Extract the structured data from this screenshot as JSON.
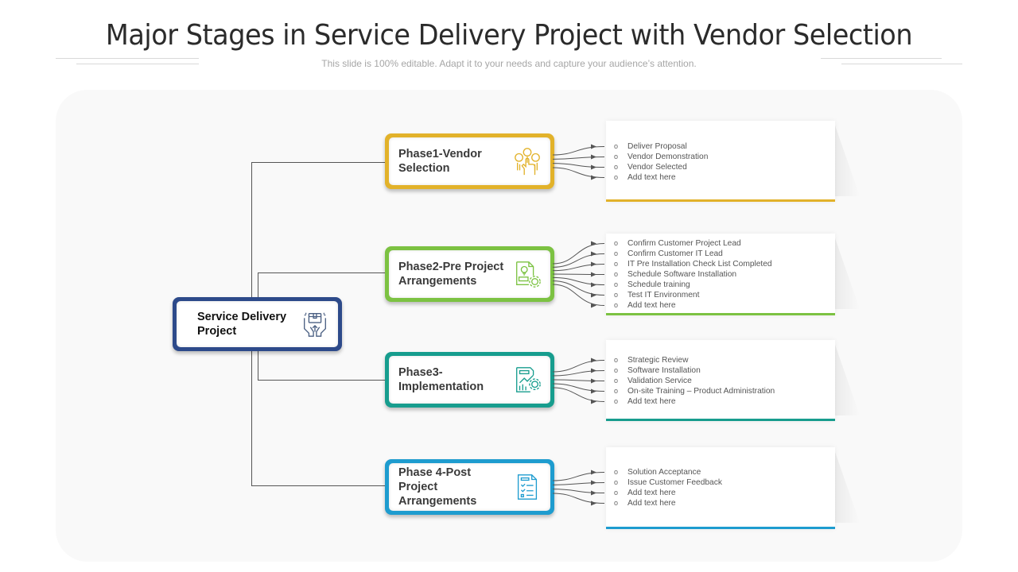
{
  "header": {
    "title": "Major Stages in Service Delivery Project  with Vendor Selection",
    "subtitle": "This slide is 100% editable. Adapt it to your needs and capture your audience’s attention."
  },
  "root": {
    "label": "Service Delivery Project",
    "icon": "hands-box-icon",
    "color": "#2d4a8a"
  },
  "phases": [
    {
      "label": "Phase1-Vendor Selection",
      "icon": "vendor-selection-icon",
      "color": "#e2b22a",
      "items": [
        "Deliver Proposal",
        "Vendor Demonstration",
        "Vendor Selected",
        "Add text here"
      ]
    },
    {
      "label": "Phase2-Pre Project Arrangements",
      "icon": "idea-document-gear-icon",
      "color": "#7cc242",
      "items": [
        "Confirm Customer Project Lead",
        "Confirm Customer IT Lead",
        "IT Pre Installation Check List Completed",
        "Schedule Software Installation",
        "Schedule training",
        "Test IT Environment",
        "Add text here"
      ]
    },
    {
      "label": "Phase3-Implementation",
      "icon": "report-chart-gear-icon",
      "color": "#179d8e",
      "items": [
        "Strategic Review",
        "Software Installation",
        "Validation Service",
        "On-site Training – Product Administration",
        "Add text here"
      ]
    },
    {
      "label": "Phase 4-Post Project Arrangements",
      "icon": "checklist-document-icon",
      "color": "#1e9ccf",
      "items": [
        "Solution Acceptance",
        "Issue Customer Feedback",
        "Add text here",
        "Add text here"
      ]
    }
  ],
  "bullet_glyph": "o"
}
